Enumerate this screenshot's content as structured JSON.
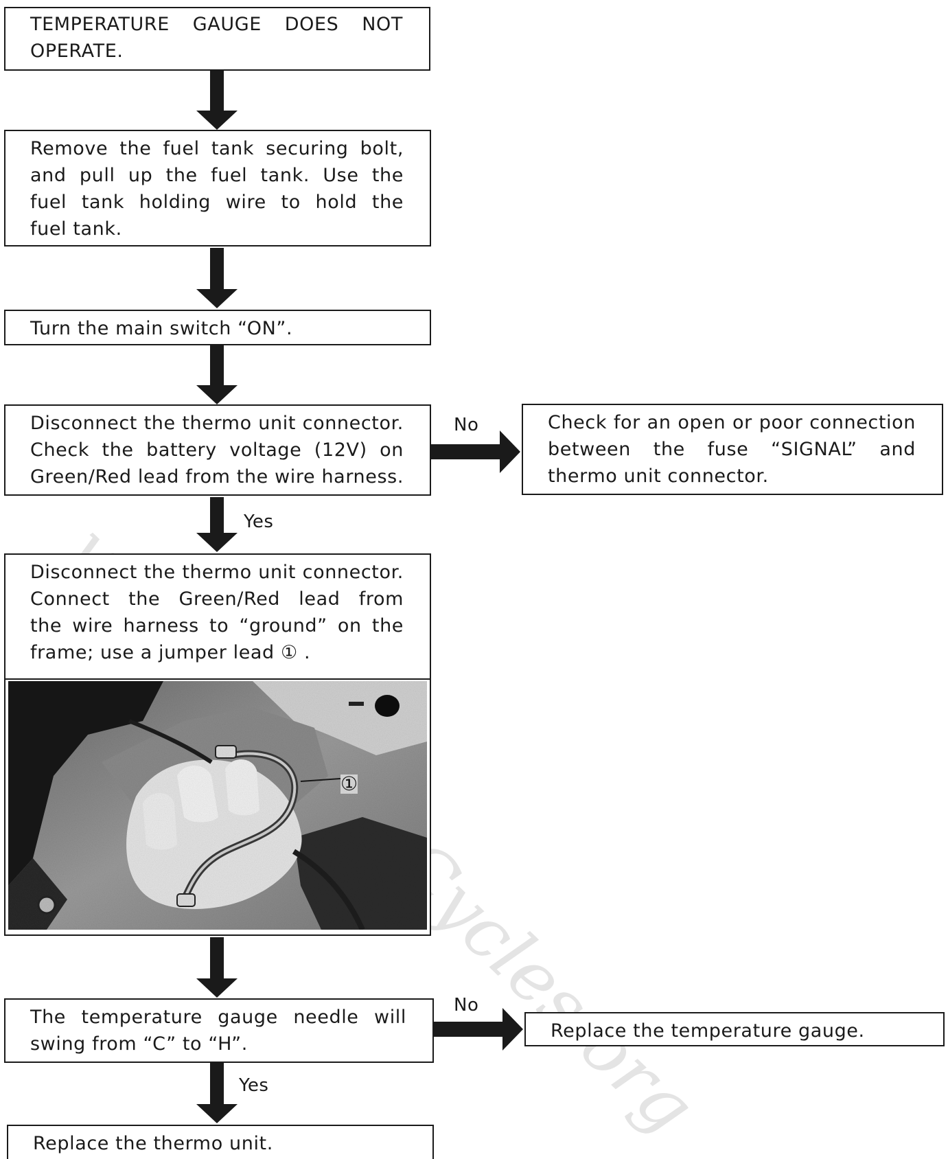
{
  "title_box": {
    "lines": [
      "TEMPERATURE  GAUGE  DOES  NOT",
      "OPERATE."
    ]
  },
  "step_fuel_tank": {
    "lines": [
      "Remove  the  fuel  tank  securing  bolt,",
      "and  pull  up  the  fuel  tank.  Use  the",
      "fuel  tank  holding  wire  to  hold  the",
      "fuel  tank."
    ]
  },
  "step_main_switch": {
    "lines": [
      "Turn  the  main  switch  “ON”."
    ]
  },
  "step_disconnect_check": {
    "lines": [
      "Disconnect  the  thermo  unit  connector.",
      "Check  the  battery  voltage  (12V)  on",
      "Green/Red  lead  from  the  wire  harness."
    ]
  },
  "branch_check_connection": {
    "lines": [
      "Check  for  an  open  or  poor  connection",
      "between   the   fuse   “SIGNAL”   and",
      "thermo  unit  connector."
    ]
  },
  "step_jumper": {
    "lines": [
      "Disconnect  the  thermo  unit  connector.",
      "Connect  the  Green/Red  lead  from",
      "the  wire  harness  to  “ground”  on  the",
      "frame;  use  a  jumper  lead ① ."
    ],
    "photo_callout": "①"
  },
  "step_gauge_needle": {
    "lines": [
      "The  temperature  gauge  needle  will",
      "swing  from  “C”  to  “H”."
    ]
  },
  "branch_replace_gauge": {
    "lines": [
      "Replace  the  temperature  gauge."
    ]
  },
  "final_step": {
    "lines": [
      "Replace  the  thermo  unit."
    ]
  },
  "decision_labels": {
    "no_1": "No",
    "yes_1": "Yes",
    "no_2": "No",
    "yes_2": "Yes"
  },
  "watermark": "www.ClassicCycles.org",
  "colors": {
    "ink": "#1a1a1a",
    "paper": "#ffffff",
    "watermark": "#969696"
  }
}
